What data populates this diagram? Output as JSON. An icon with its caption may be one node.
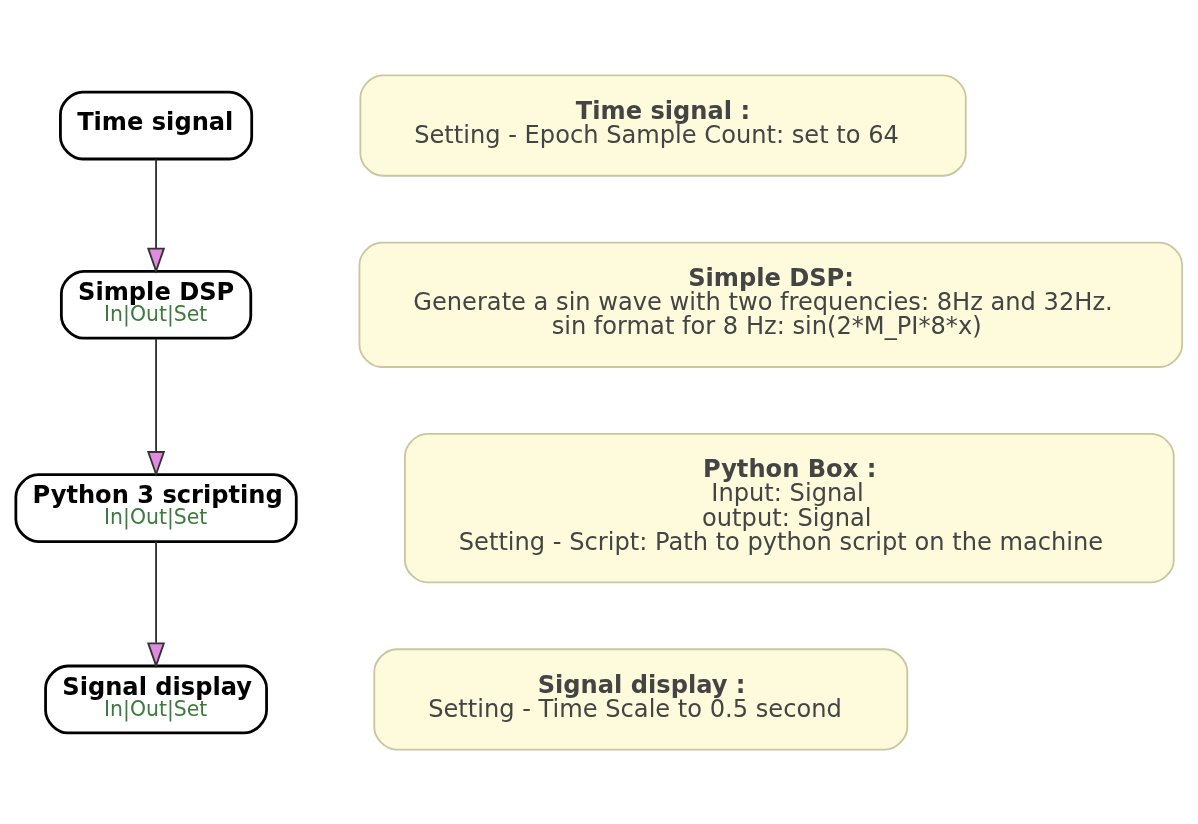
{
  "diagram": {
    "nodes": [
      {
        "text": [
          "Time signal"
        ]
      },
      {
        "text": [
          "Simple DSP",
          "In|Out|Set"
        ]
      },
      {
        "text": [
          "Python 3 scripting",
          "In|Out|Set"
        ]
      },
      {
        "text": [
          "Signal display",
          "In|Out|Set"
        ]
      },
      {
        "text": [
          "Time signal :",
          "Setting - Epoch Sample Count: set to 64"
        ]
      },
      {
        "text": [
          "Simple DSP:",
          "Generate a sin wave with two frequencies: 8Hz and 32Hz.",
          "sin format for 8 Hz: sin(2*M_PI*8*x)"
        ]
      },
      {
        "text": [
          "Python Box :",
          "Input: Signal",
          "output: Signal",
          "Setting - Script: Path to python script on the machine"
        ]
      },
      {
        "text": [
          "Signal display :",
          "Setting - Time Scale to 0.5 second"
        ]
      }
    ],
    "edges": [
      {
        "from": 0,
        "to": 1,
        "arrow": "to"
      },
      {
        "from": 1,
        "to": 2,
        "arrow": "to"
      },
      {
        "from": 2,
        "to": 3,
        "arrow": "to"
      }
    ]
  }
}
